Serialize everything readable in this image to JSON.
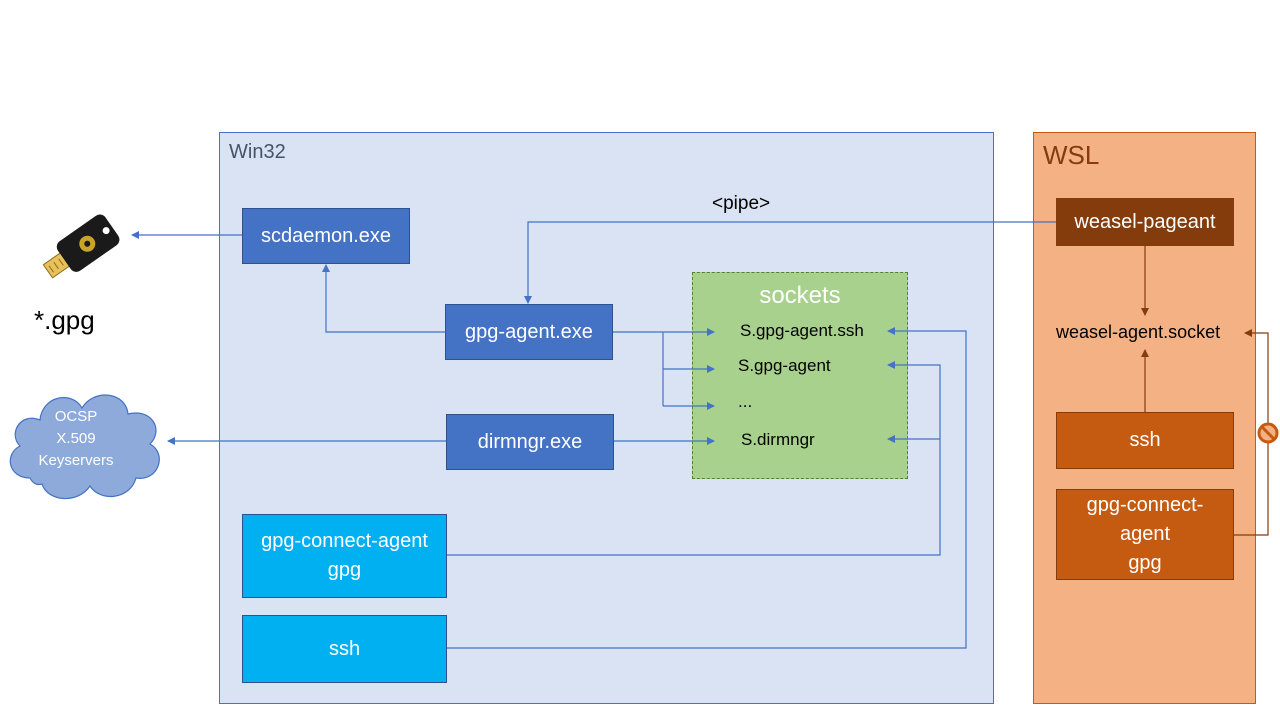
{
  "win32": {
    "title": "Win32",
    "scdaemon": "scdaemon.exe",
    "gpg_agent": "gpg-agent.exe",
    "dirmngr": "dirmngr.exe",
    "gpg_connect_agent": "gpg-connect-agent\ngpg",
    "ssh": "ssh",
    "pipe_label": "<pipe>"
  },
  "sockets": {
    "title": "sockets",
    "items": [
      "S.gpg-agent.ssh",
      "S.gpg-agent",
      "...",
      "S.dirmngr"
    ]
  },
  "wsl": {
    "title": "WSL",
    "weasel_pageant": "weasel-pageant",
    "weasel_socket": "weasel-agent.socket",
    "ssh": "ssh",
    "gpg_connect_agent": "gpg-connect-\nagent\ngpg"
  },
  "left": {
    "gpg_file_label": "*.gpg",
    "cloud_text": "OCSP\nX.509\nKeyservers"
  },
  "colors": {
    "win32_bg": "#dae3f3",
    "wsl_bg": "#f4b183",
    "blue_box": "#4472c4",
    "cyan_box": "#00b0f0",
    "sockets_bg": "#a9d18e",
    "wsl_dark_box": "#843c0c",
    "wsl_box": "#c55a11"
  }
}
